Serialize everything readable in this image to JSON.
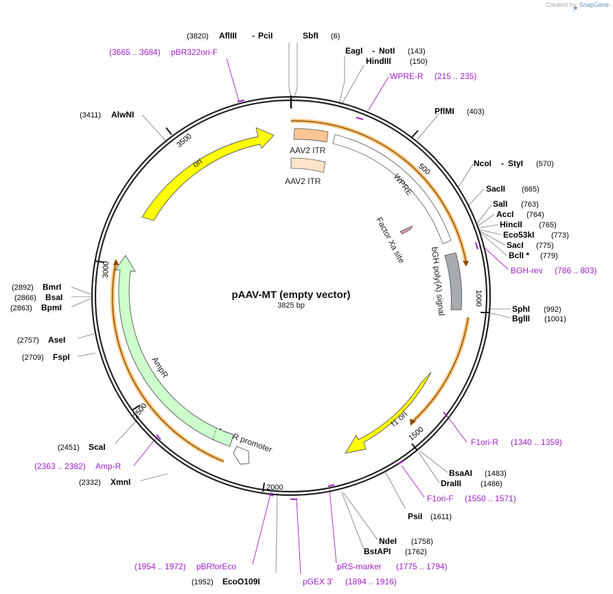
{
  "credit": {
    "prefix": "Created by",
    "brand": "SnapGene"
  },
  "title": "pAAV-MT (empty vector)",
  "subtitle": "3825 bp",
  "ticks": [
    "500",
    "1000",
    "1500",
    "2000",
    "2500",
    "3000",
    "3500"
  ],
  "features": {
    "itr1": "AAV2 ITR",
    "itr2": "AAV2 ITR",
    "wpre": "WPRE",
    "factor_xa": "Factor Xa site",
    "bgh": "bGH poly(A) signal",
    "f1ori": "f1 ori",
    "ampr_promoter": "AmpR promoter",
    "ampr": "AmpR",
    "ori": "ori"
  },
  "enzymes": {
    "afliii_pcii": {
      "pos": "(3820)",
      "name1": "AflIII",
      "sep": "-",
      "name2": "PciI"
    },
    "sbfi": {
      "name": "SbfI",
      "pos": "(6)"
    },
    "eagi_noti": {
      "name1": "EagI",
      "sep": "-",
      "name2": "NotI",
      "pos": "(143)"
    },
    "hindiii": {
      "name": "HindIII",
      "pos": "(150)"
    },
    "pflmi": {
      "name": "PflMI",
      "pos": "(403)"
    },
    "ncoi_styi": {
      "name1": "NcoI",
      "sep": "-",
      "name2": "StyI",
      "pos": "(570)"
    },
    "sacii": {
      "name": "SacII",
      "pos": "(665)"
    },
    "sali": {
      "name": "SalI",
      "pos": "(763)"
    },
    "acci": {
      "name": "AccI",
      "pos": "(764)"
    },
    "hincii": {
      "name": "HincII",
      "pos": "(765)"
    },
    "eco53ki": {
      "name": "Eco53kI",
      "pos": "(773)"
    },
    "saci": {
      "name": "SacI",
      "pos": "(775)"
    },
    "bcli": {
      "name": "BclI *",
      "pos": "(779)"
    },
    "sphi": {
      "name": "SphI",
      "pos": "(992)"
    },
    "bglii": {
      "name": "BglII",
      "pos": "(1001)"
    },
    "bsaai": {
      "name": "BsaAI",
      "pos": "(1483)"
    },
    "draiii": {
      "name": "DraIII",
      "pos": "(1486)"
    },
    "psii": {
      "name": "PsiI",
      "pos": "(1611)"
    },
    "ndei": {
      "name": "NdeI",
      "pos": "(1758)"
    },
    "bstapi": {
      "name": "BstAPI",
      "pos": "(1762)"
    },
    "ecoo109i": {
      "pos": "(1952)",
      "name": "EcoO109I"
    },
    "xmni": {
      "pos": "(2332)",
      "name": "XmnI"
    },
    "scai": {
      "pos": "(2451)",
      "name": "ScaI"
    },
    "fspi": {
      "pos": "(2709)",
      "name": "FspI"
    },
    "asei": {
      "pos": "(2757)",
      "name": "AseI"
    },
    "bpmi": {
      "pos": "(2863)",
      "name": "BpmI"
    },
    "bsai": {
      "pos": "(2866)",
      "name": "BsaI"
    },
    "bmri": {
      "pos": "(2892)",
      "name": "BmrI"
    },
    "alwni": {
      "pos": "(3411)",
      "name": "AlwNI"
    }
  },
  "primers": {
    "pbr322ori_f": {
      "range": "(3665 .. 3684)",
      "name": "pBR322ori-F"
    },
    "wpre_r": {
      "name": "WPRE-R",
      "range": "(215 .. 235)"
    },
    "bgh_rev": {
      "name": "BGH-rev",
      "range": "(786 .. 803)"
    },
    "f1ori_r": {
      "name": "F1ori-R",
      "range": "(1340 .. 1359)"
    },
    "f1ori_f": {
      "name": "F1ori-F",
      "range": "(1550 .. 1571)"
    },
    "prs_marker": {
      "name": "pRS-marker",
      "range": "(1775 .. 1794)"
    },
    "pgex3": {
      "name": "pGEX 3'",
      "range": "(1894 .. 1916)"
    },
    "pbrforeco": {
      "range": "(1954 .. 1972)",
      "name": "pBRforEco"
    },
    "amp_r": {
      "range": "(2363 .. 2382)",
      "name": "Amp-R"
    }
  },
  "colors": {
    "backbone": "#222222",
    "ori": "#ffff00",
    "ampr": "#ccffcc",
    "itr": "#fdc694",
    "itr_light": "#fde3c8",
    "bgh": "#a7aaaf",
    "factor_xa": "#d89aa4",
    "primer": "#a020c8",
    "highlight": "#f5b455",
    "highlight_line": "#8a4a00"
  }
}
